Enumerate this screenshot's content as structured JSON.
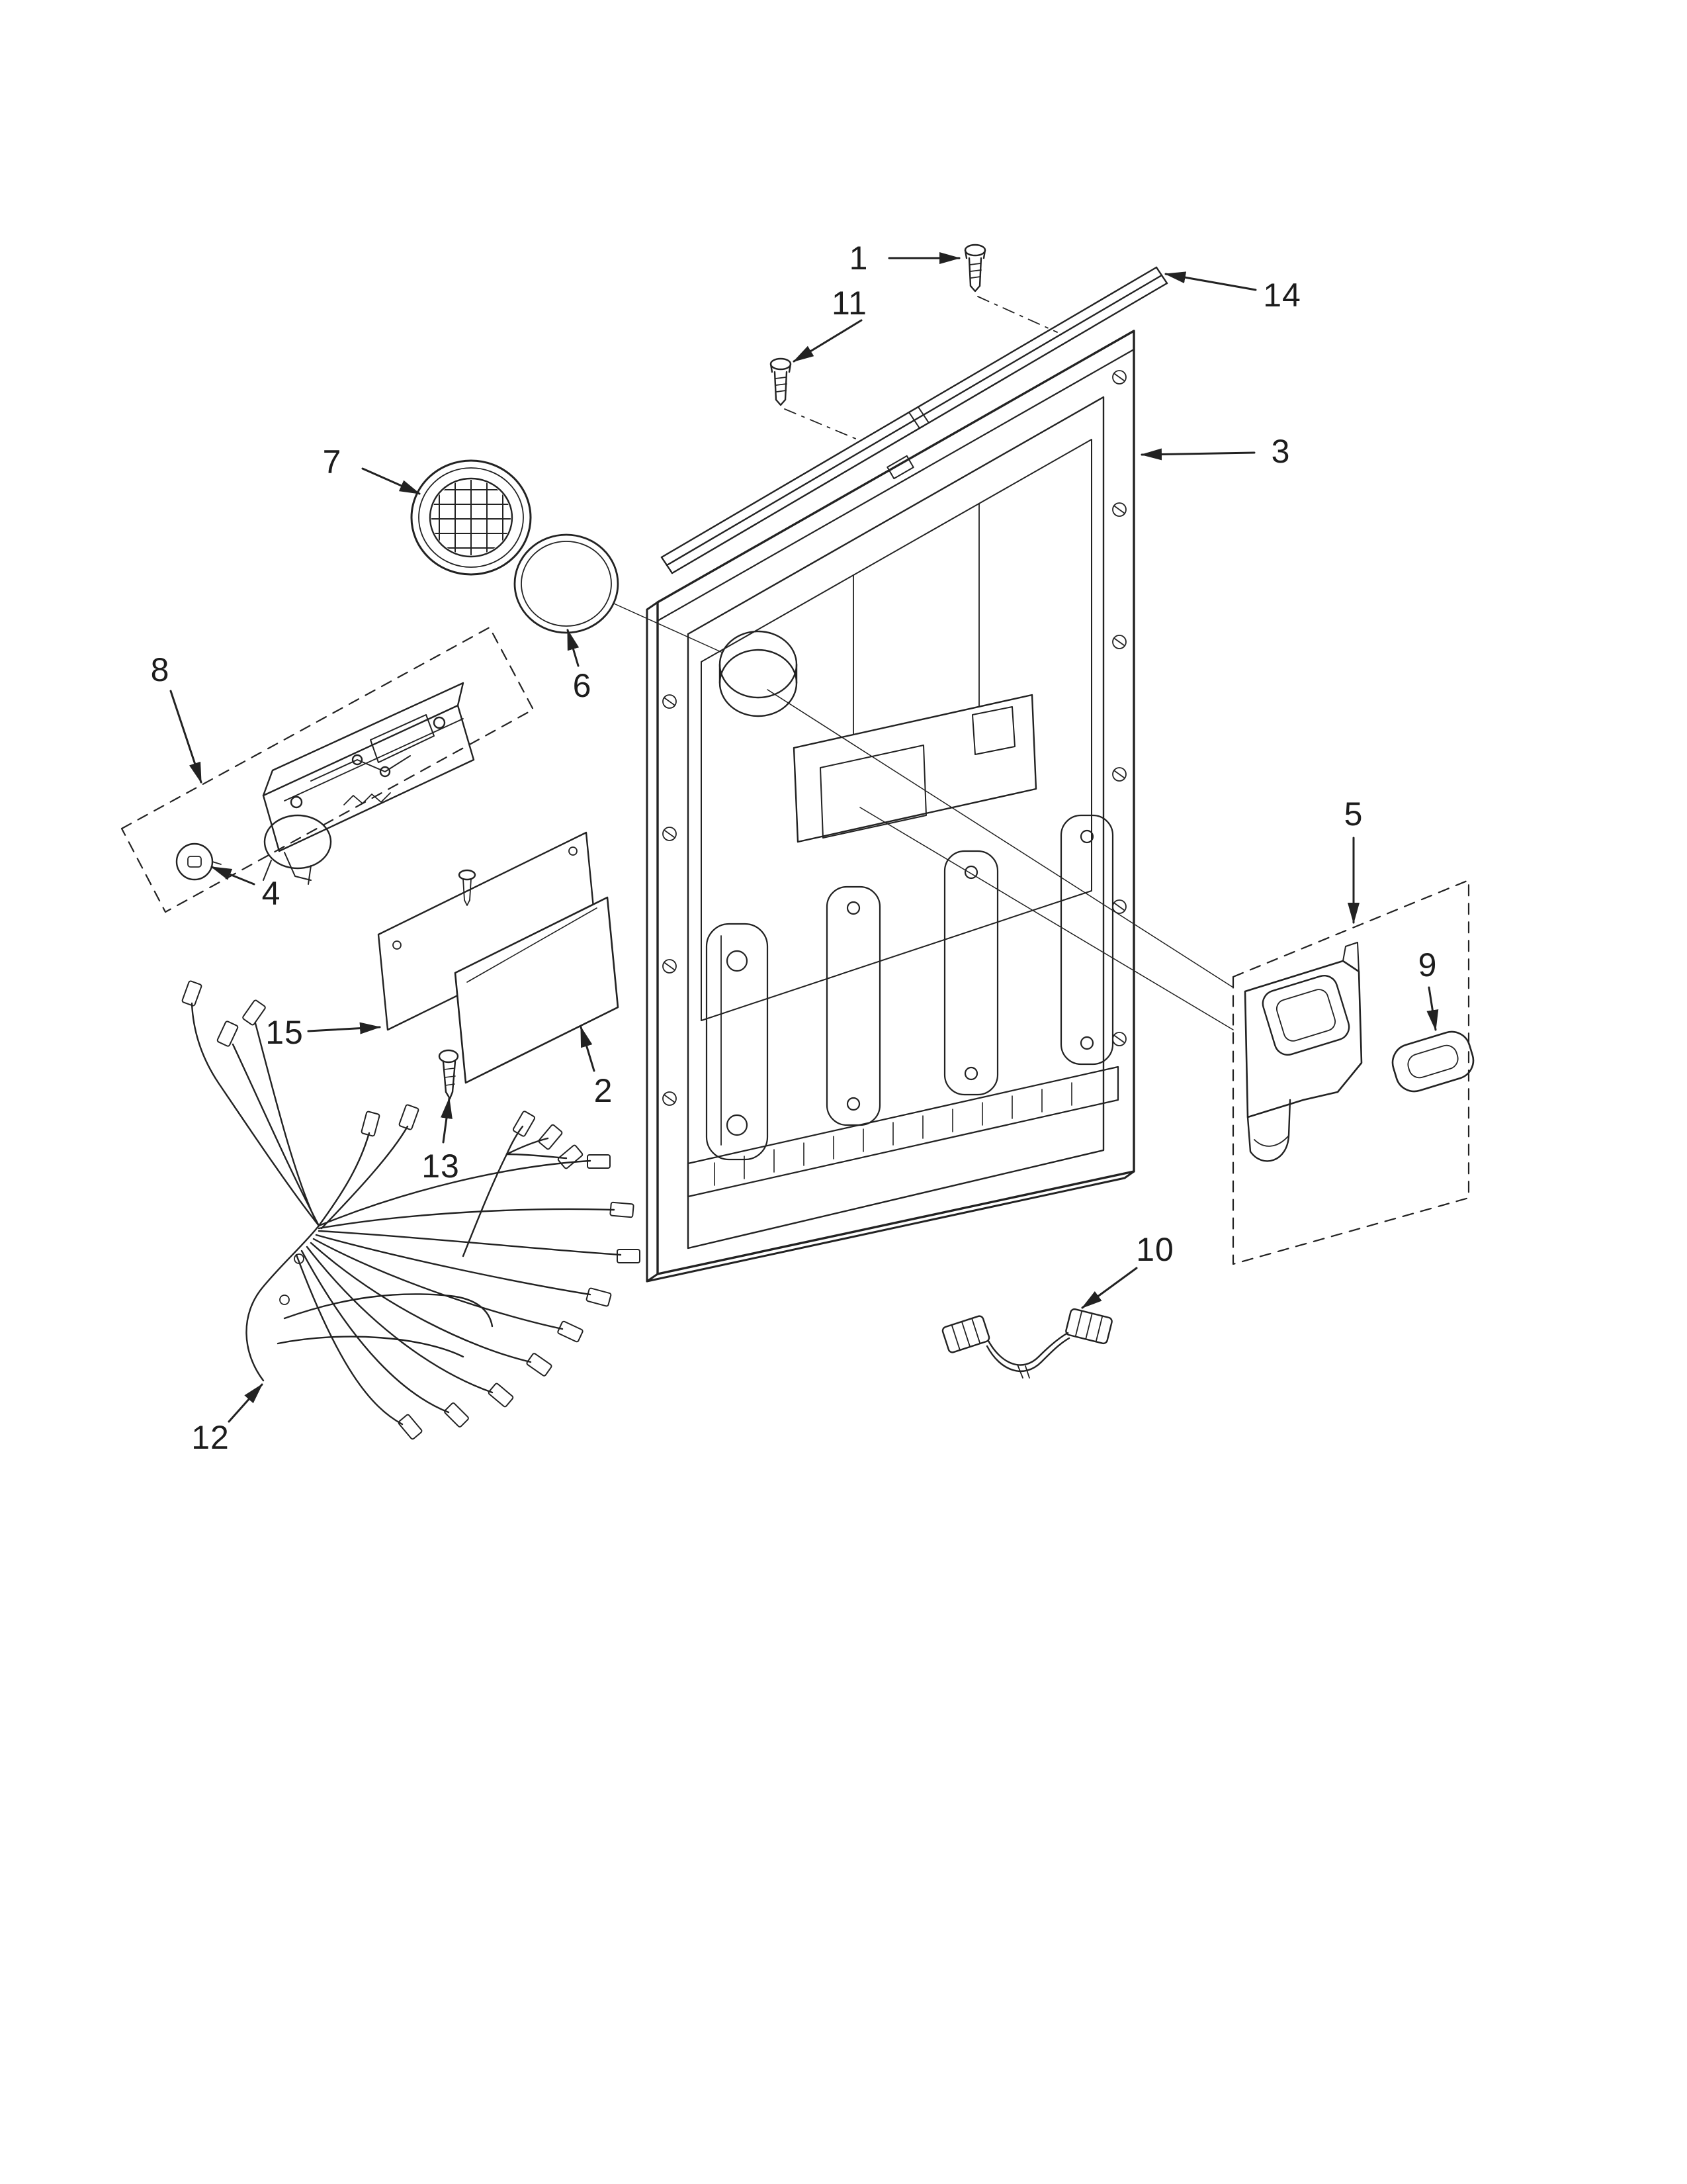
{
  "colors": {
    "line": "#222222",
    "background": "#ffffff"
  },
  "diagram": {
    "callouts": [
      {
        "label": "1"
      },
      {
        "label": "2"
      },
      {
        "label": "3"
      },
      {
        "label": "4"
      },
      {
        "label": "5"
      },
      {
        "label": "6"
      },
      {
        "label": "7"
      },
      {
        "label": "8"
      },
      {
        "label": "9"
      },
      {
        "label": "10"
      },
      {
        "label": "11"
      },
      {
        "label": "12"
      },
      {
        "label": "13"
      },
      {
        "label": "14"
      },
      {
        "label": "15"
      }
    ]
  }
}
